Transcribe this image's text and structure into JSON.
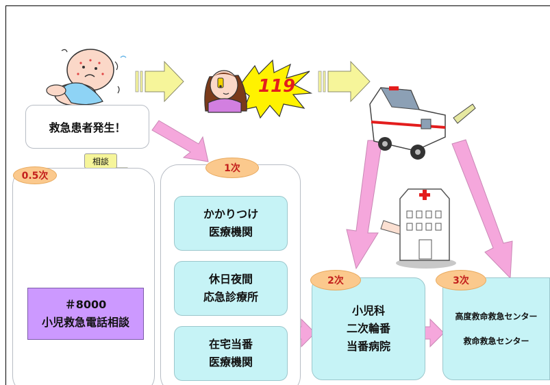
{
  "emergency": {
    "label": "救急患者発生！"
  },
  "consult": {
    "label": "相談"
  },
  "phone_number": "119",
  "levels": {
    "half": {
      "label": "0.5次",
      "service_lines": [
        "＃8000",
        "小児救急電話相談"
      ]
    },
    "primary": {
      "label": "1次",
      "facilities": [
        {
          "lines": [
            "かかりつけ",
            "医療機関"
          ]
        },
        {
          "lines": [
            "休日夜間",
            "応急診療所"
          ]
        },
        {
          "lines": [
            "在宅当番",
            "医療機関"
          ]
        }
      ]
    },
    "secondary": {
      "label": "2次",
      "lines": [
        "小児科",
        "二次輪番",
        "当番病院"
      ]
    },
    "tertiary": {
      "label": "3次",
      "lines": [
        "高度救命救急センター",
        "救命救急センター"
      ]
    }
  },
  "icons": [
    "baby-icon",
    "caller-icon",
    "ambulance-icon",
    "hospital-icon",
    "nurse-icon"
  ],
  "colors": {
    "yellow_arrow": "#f6f59a",
    "pink_arrow": "#f5a7dc",
    "card_cyan": "#c6f3f6",
    "level_oval": "#fbc98d",
    "level_text": "#c3201d",
    "service_purple": "#cc99ff",
    "burst_yellow": "#fff200"
  }
}
